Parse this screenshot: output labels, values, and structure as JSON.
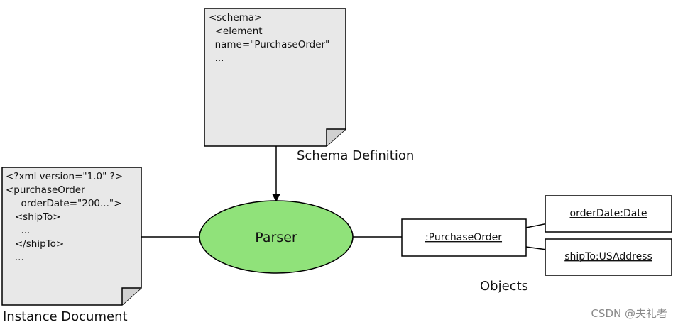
{
  "schema_doc": {
    "lines": [
      "<schema>",
      "  <element",
      "  name=\"PurchaseOrder\"",
      "  ..."
    ],
    "caption": "Schema Definition"
  },
  "instance_doc": {
    "lines": [
      "<?xml version=\"1.0\" ?>",
      "<purchaseOrder",
      "     orderDate=\"200...\">",
      "   <shipTo>",
      "     ...",
      "   </shipTo>",
      "   ..."
    ],
    "caption": "Instance Document"
  },
  "parser": {
    "label": "Parser",
    "fill_color": "#90e27a"
  },
  "objects": {
    "root": ":PurchaseOrder",
    "children": [
      "orderDate:Date",
      "shipTo:USAddress"
    ],
    "caption": "Objects"
  },
  "colors": {
    "doc_fill": "#e8e8e8",
    "stroke": "#000000"
  },
  "watermark": "CSDN @夫礼者"
}
